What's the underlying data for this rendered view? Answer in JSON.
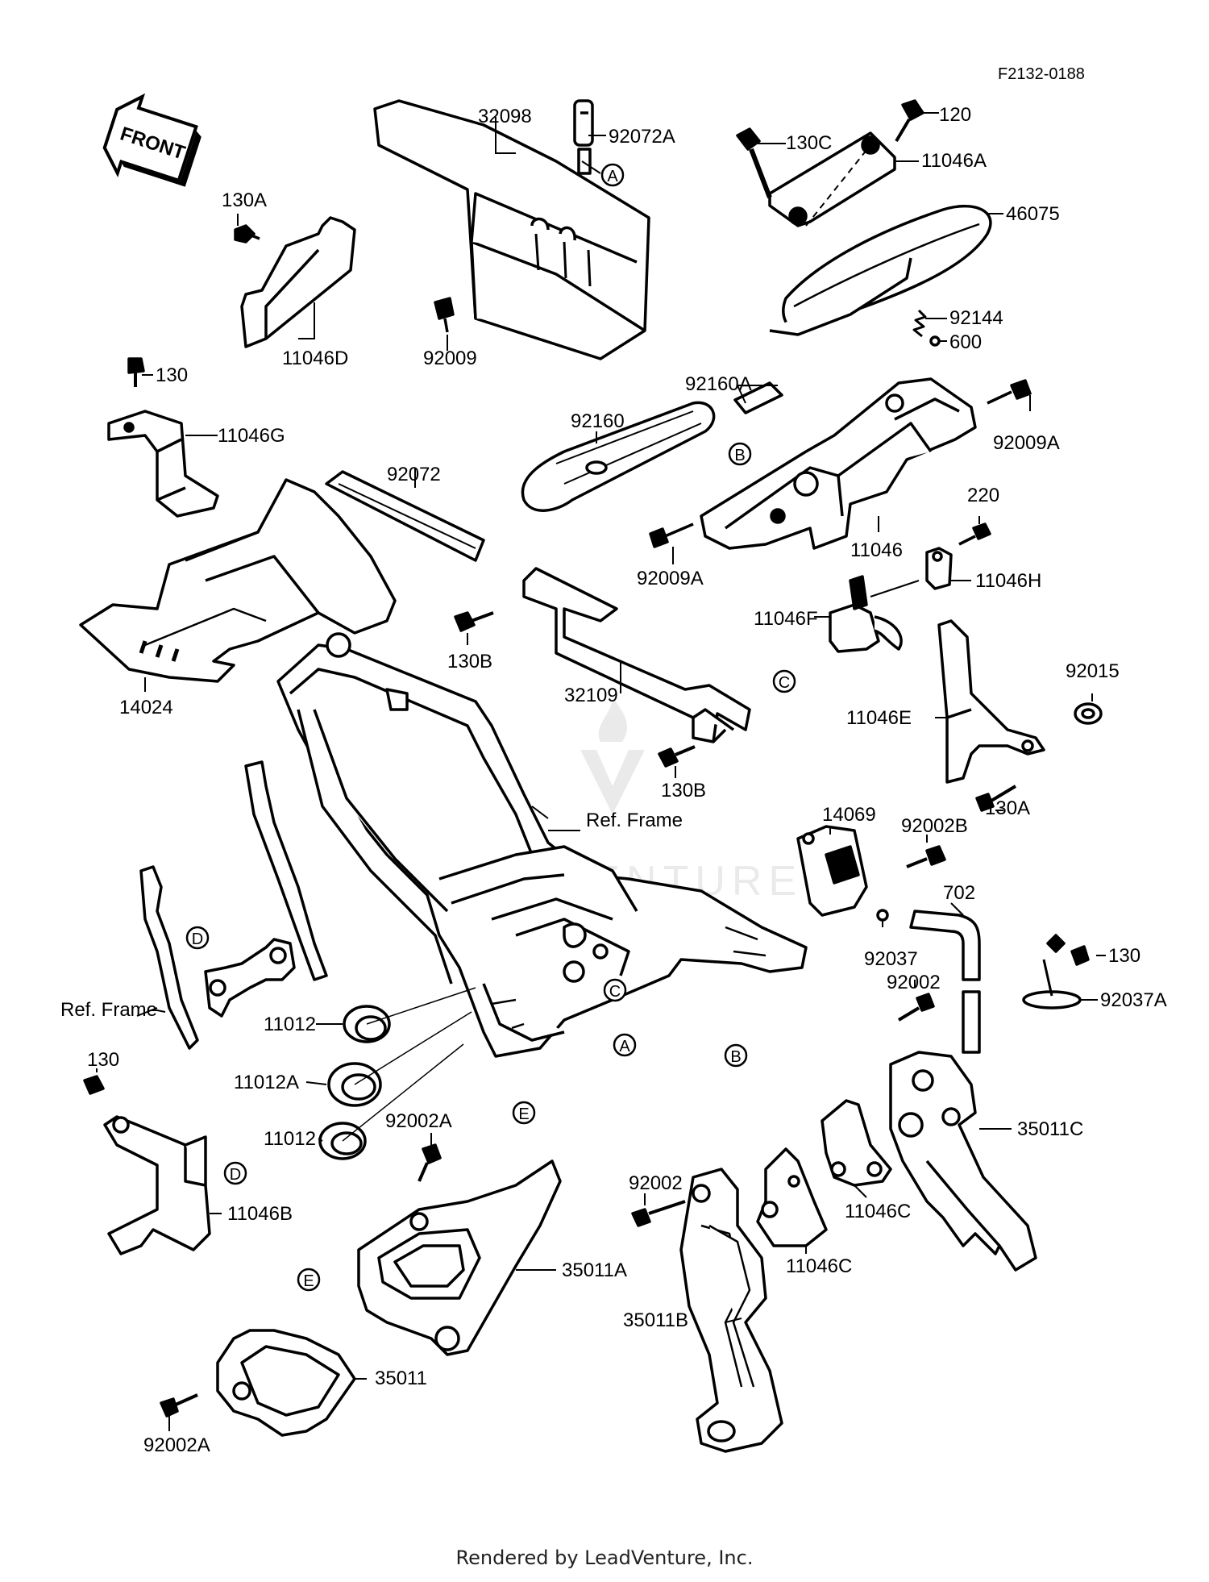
{
  "figure_id": "F2132-0188",
  "front_label": "FRONT",
  "footer": "Rendered by LeadVenture, Inc.",
  "watermark": "LEADVENTURE",
  "ref_callouts": [
    "A",
    "B",
    "C",
    "D",
    "E"
  ],
  "parts": [
    {
      "id": "p32098",
      "label": "32098"
    },
    {
      "id": "p92072A",
      "label": "92072A"
    },
    {
      "id": "p130C",
      "label": "130C"
    },
    {
      "id": "p120",
      "label": "120"
    },
    {
      "id": "p11046A",
      "label": "11046A"
    },
    {
      "id": "p46075",
      "label": "46075"
    },
    {
      "id": "p130A_top",
      "label": "130A"
    },
    {
      "id": "p11046D",
      "label": "11046D"
    },
    {
      "id": "p92009",
      "label": "92009"
    },
    {
      "id": "p92144",
      "label": "92144"
    },
    {
      "id": "p600",
      "label": "600"
    },
    {
      "id": "p130_top",
      "label": "130"
    },
    {
      "id": "p11046G",
      "label": "11046G"
    },
    {
      "id": "p92160A",
      "label": "92160A"
    },
    {
      "id": "p92160",
      "label": "92160"
    },
    {
      "id": "p92009A_r",
      "label": "92009A"
    },
    {
      "id": "p92072",
      "label": "92072"
    },
    {
      "id": "p92009A_l",
      "label": "92009A"
    },
    {
      "id": "p11046",
      "label": "11046"
    },
    {
      "id": "p220",
      "label": "220"
    },
    {
      "id": "p11046H",
      "label": "11046H"
    },
    {
      "id": "p11046F",
      "label": "11046F"
    },
    {
      "id": "p130B_top",
      "label": "130B"
    },
    {
      "id": "p32109",
      "label": "32109"
    },
    {
      "id": "p14024",
      "label": "14024"
    },
    {
      "id": "p92015",
      "label": "92015"
    },
    {
      "id": "p11046E",
      "label": "11046E"
    },
    {
      "id": "p130B_bot",
      "label": "130B"
    },
    {
      "id": "p130A_r",
      "label": "130A"
    },
    {
      "id": "pRefFrame_r",
      "label": "Ref. Frame"
    },
    {
      "id": "p14069",
      "label": "14069"
    },
    {
      "id": "p92002B",
      "label": "92002B"
    },
    {
      "id": "p702",
      "label": "702"
    },
    {
      "id": "p92037",
      "label": "92037"
    },
    {
      "id": "p130_r",
      "label": "130"
    },
    {
      "id": "p92002_r",
      "label": "92002"
    },
    {
      "id": "p92037A",
      "label": "92037A"
    },
    {
      "id": "pRefFrame_l",
      "label": "Ref. Frame"
    },
    {
      "id": "p11012_a",
      "label": "11012"
    },
    {
      "id": "p11012A",
      "label": "11012A"
    },
    {
      "id": "p11012_b",
      "label": "11012"
    },
    {
      "id": "p92002A_mid",
      "label": "92002A"
    },
    {
      "id": "p130_l",
      "label": "130"
    },
    {
      "id": "p35011C",
      "label": "35011C"
    },
    {
      "id": "p11046B",
      "label": "11046B"
    },
    {
      "id": "p92002_mid",
      "label": "92002"
    },
    {
      "id": "p11046C_a",
      "label": "11046C"
    },
    {
      "id": "p11046C_b",
      "label": "11046C"
    },
    {
      "id": "p35011A",
      "label": "35011A"
    },
    {
      "id": "p35011B",
      "label": "35011B"
    },
    {
      "id": "p35011",
      "label": "35011"
    },
    {
      "id": "p92002A_bot",
      "label": "92002A"
    }
  ]
}
